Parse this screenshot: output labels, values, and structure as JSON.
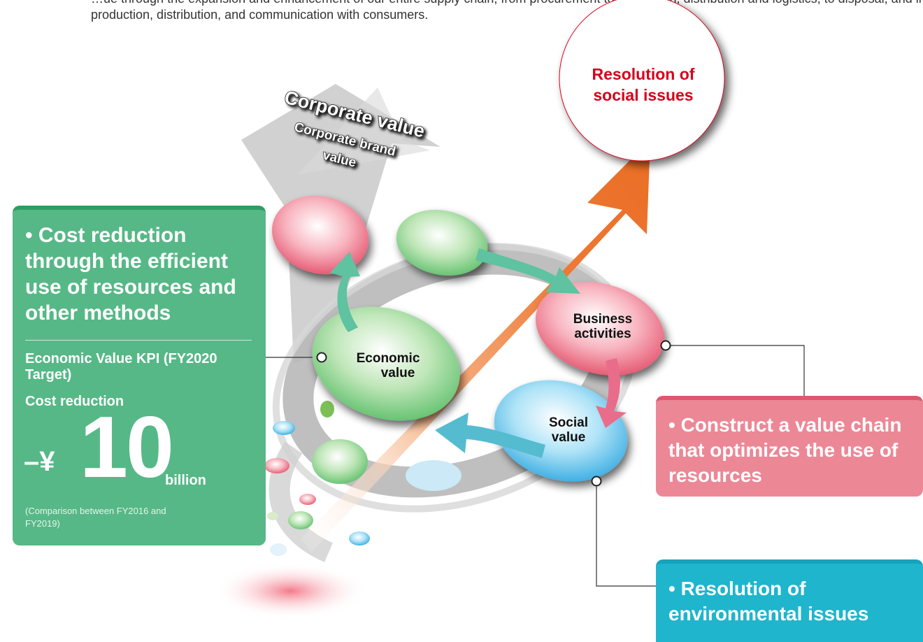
{
  "intro_text": {
    "line1": "…ue through the expansion and enhancement of our entire supply chain, from procurement to production, distribution and logistics, to disposal, and improve the efficiency of",
    "line2": "production, distribution, and communication with consumers."
  },
  "diagram": {
    "corporate_value_label": "Corporate value",
    "corporate_brand_label_line1": "Corporate brand",
    "corporate_brand_label_line2": "value",
    "resolution_circle_line1": "Resolution of",
    "resolution_circle_line2": "social issues",
    "nodes": {
      "economic_line1": "Economic",
      "economic_line2": "value",
      "business_line1": "Business",
      "business_line2": "activities",
      "social_line1": "Social",
      "social_line2": "value"
    }
  },
  "economic_panel": {
    "bullet": "• Cost reduction through the efficient use of resources and other methods",
    "kpi_title": "Economic Value KPI (FY2020 Target)",
    "kpi_label": "Cost reduction",
    "kpi_prefix": "–¥",
    "kpi_value": "10",
    "kpi_unit": "billion",
    "kpi_note": "(Comparison between FY2016 and FY2019)"
  },
  "value_chain_panel": {
    "bullet": "• Construct a value chain that optimizes the use of resources"
  },
  "environment_panel": {
    "bullet": "• Resolution of environmental issues"
  },
  "colors": {
    "green": "#56b886",
    "pink": "#ec8796",
    "blue": "#1fb5cd",
    "orange": "#ee7a36",
    "red_text": "#d7001b",
    "gray_arrow": "#b3b3b3"
  }
}
